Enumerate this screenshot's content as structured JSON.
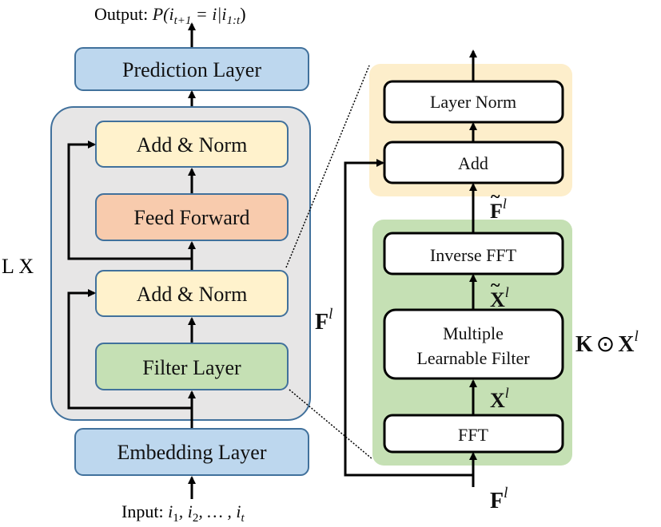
{
  "diagram": {
    "output_label": {
      "prefix": "Output: ",
      "math": "P(i",
      "sub1": "t+1",
      "mid": " = i|i",
      "sub2": "1:t",
      "end": ")"
    },
    "input_label": {
      "prefix": "Input: ",
      "parts": [
        "i",
        "1",
        ", i",
        "2",
        ", … , i",
        "t"
      ]
    },
    "repeat_label": "L X",
    "left_stack": {
      "prediction_layer": "Prediction Layer",
      "add_norm_top": "Add & Norm",
      "feed_forward": "Feed Forward",
      "add_norm_bottom": "Add & Norm",
      "filter_layer": "Filter Layer",
      "embedding_layer": "Embedding Layer"
    },
    "right_detail": {
      "layer_norm": "Layer Norm",
      "add": "Add",
      "inverse_fft": "Inverse FFT",
      "filter_line1": "Multiple",
      "filter_line2": "Learnable Filter",
      "fft": "FFT"
    },
    "math_labels": {
      "F_tilde": {
        "base": "F",
        "sup": "l"
      },
      "X_tilde": {
        "base": "X",
        "sup": "l"
      },
      "X": {
        "base": "X",
        "sup": "l"
      },
      "F_side": {
        "base": "F",
        "sup": "l"
      },
      "F_bottom": {
        "base": "F",
        "sup": "l"
      },
      "K_dot_X": {
        "k": "K",
        "op": "⊙",
        "base": "X",
        "sup": "l"
      }
    },
    "colors": {
      "blue_fill": "#bdd7ee",
      "blue_stroke": "#41719c",
      "gray_fill": "#e7e6e6",
      "yellow_fill": "#fff2cc",
      "orange_fill": "#f8cbad",
      "green_fill": "#c5e0b4",
      "panel_yellow": "#fdeecb",
      "panel_green": "#c5e0b4"
    }
  }
}
